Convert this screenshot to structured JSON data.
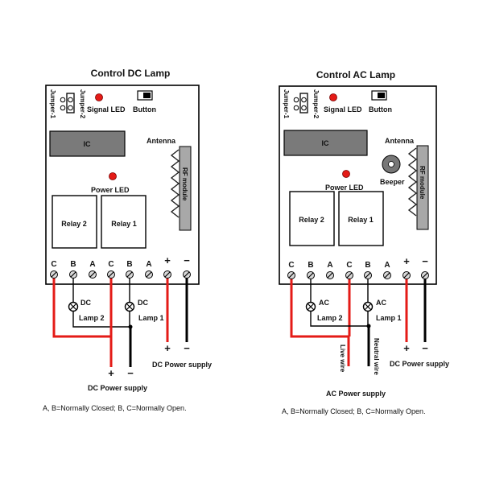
{
  "panels": [
    {
      "title": "Control DC Lamp",
      "labels": {
        "jumper1": "Jumper-1",
        "jumper2": "Jumper-2",
        "signal_led": "Signal LED",
        "button": "Button",
        "ic": "IC",
        "antenna": "Antenna",
        "rf_module": "RF module",
        "power_led": "Power LED",
        "relay2": "Relay 2",
        "relay1": "Relay 1",
        "lamp2": "Lamp 2",
        "lamp1": "Lamp 1",
        "lamp_type_a": "DC",
        "lamp_type_b": "DC",
        "supply_right": "DC Power supply",
        "supply_bottom": "DC Power supply"
      },
      "terminals": [
        "C",
        "B",
        "A",
        "C",
        "B",
        "A",
        "+",
        "−"
      ],
      "plus_sign": "+",
      "minus_sign": "−",
      "note": "A, B=Normally Closed; B, C=Normally Open."
    },
    {
      "title": "Control AC Lamp",
      "labels": {
        "jumper1": "Jumper-1",
        "jumper2": "Jumper-2",
        "signal_led": "Signal LED",
        "button": "Button",
        "ic": "IC",
        "antenna": "Antenna",
        "rf_module": "RF module",
        "beeper": "Beeper",
        "power_led": "Power LED",
        "relay2": "Relay 2",
        "relay1": "Relay 1",
        "lamp2": "Lamp 2",
        "lamp1": "Lamp 1",
        "lamp_type_a": "AC",
        "lamp_type_b": "AC",
        "live_wire": "Live wire",
        "neutral_wire": "Neutral wire",
        "supply_right": "DC Power supply",
        "supply_bottom": "AC Power supply"
      },
      "terminals": [
        "C",
        "B",
        "A",
        "C",
        "B",
        "A",
        "+",
        "−"
      ],
      "plus_sign": "+",
      "minus_sign": "−",
      "note": "A, B=Normally Closed; B, C=Normally Open."
    }
  ],
  "colors": {
    "wire_live": "#e41b17",
    "wire_return": "#000000",
    "led": "#e41b17",
    "ic": "#7a7a7a",
    "rf_module": "#a8a8a8"
  }
}
